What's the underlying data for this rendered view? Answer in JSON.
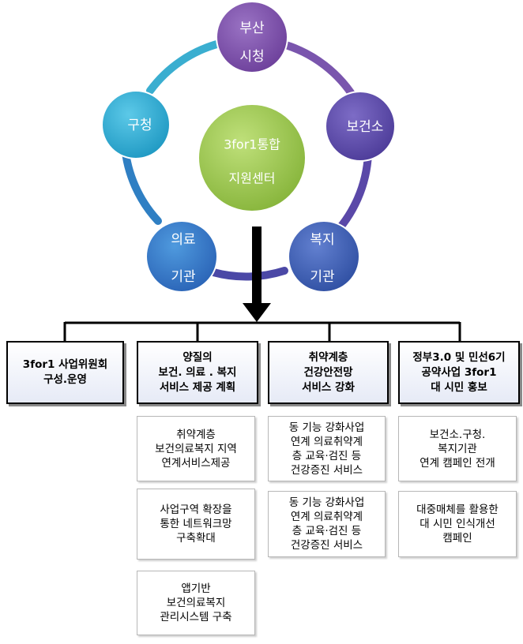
{
  "cycle": {
    "center": {
      "lines": [
        "3for1통합",
        "지원센터"
      ]
    },
    "nodes": [
      {
        "id": "busan",
        "lines": [
          "부산",
          "시청"
        ]
      },
      {
        "id": "health",
        "lines": [
          "보건소"
        ]
      },
      {
        "id": "welfare",
        "lines": [
          "복지",
          "기관"
        ]
      },
      {
        "id": "medical",
        "lines": [
          "의료",
          "기관"
        ]
      },
      {
        "id": "district",
        "lines": [
          "구청"
        ]
      }
    ]
  },
  "colors": {
    "center": "#93c347",
    "node_purple": "#7b4fa8",
    "node_indigo": "#5846a6",
    "node_blue": "#3d5db3",
    "node_cyan": "#29a9cf",
    "ring": "#6a52aa",
    "arrow": "#000000",
    "head_border": "#000000"
  },
  "columns": [
    {
      "head": [
        "3for1 사업위원회",
        "구성.운영"
      ],
      "items": []
    },
    {
      "head": [
        "양질의",
        "보건. 의료 . 복지",
        "서비스 제공 계획"
      ],
      "items": [
        [
          "취약계층",
          "보건의료복지 지역",
          "연계서비스제공"
        ],
        [
          "사업구역 확장을",
          "통한 네트워크망",
          "구축확대"
        ],
        [
          "앱기반",
          "보건의료복지",
          "관리시스템 구축"
        ]
      ]
    },
    {
      "head": [
        "취약계층",
        "건강안전망",
        "서비스 강화"
      ],
      "items": [
        [
          "동 기능 강화사업",
          "연계 의료취약계",
          "층 교육·검진 등",
          "건강증진 서비스"
        ],
        [
          "동 기능 강화사업",
          "연계 의료취약계",
          "층 교육·검진 등",
          "건강증진 서비스"
        ]
      ]
    },
    {
      "head": [
        "정부3.0 및 민선6기",
        "공약사업 3for1",
        "대 시민 홍보"
      ],
      "items": [
        [
          "보건소.구청.",
          "복지기관",
          "연계 캠페인 전개"
        ],
        [
          "대중매체를 활용한",
          "대 시민 인식개선",
          "캠페인"
        ]
      ]
    }
  ]
}
